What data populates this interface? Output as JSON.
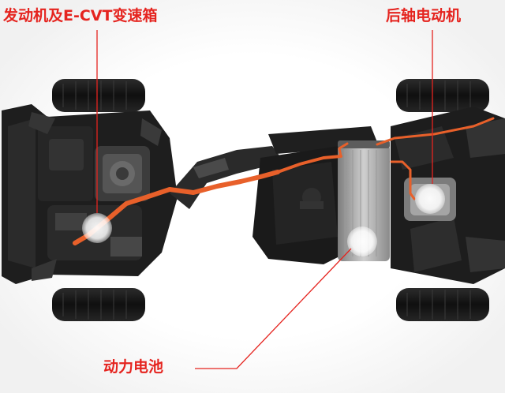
{
  "labels": {
    "engine": "发动机及E-CVT变速箱",
    "rear_motor": "后轴电动机",
    "battery": "动力电池"
  },
  "colors": {
    "label_text": "#e5241f",
    "hv_cable": "#e8602a",
    "chassis": "#222222",
    "tire": "#141414",
    "highlight_circle": "#ffffff"
  }
}
